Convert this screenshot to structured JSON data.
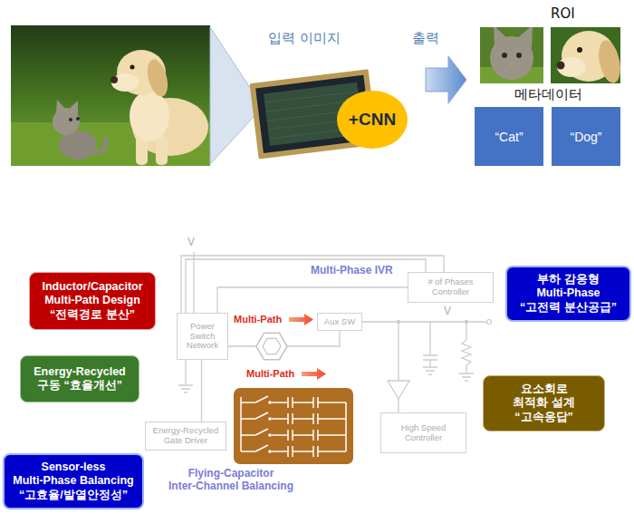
{
  "diagram": {
    "nodes": [
      {
        "text": [
          "+CNN"
        ]
      },
      {
        "text": [
          "“Cat”"
        ]
      },
      {
        "text": [
          "“Dog”"
        ]
      },
      {
        "text": [
          "Inductor/Capacitor Multi-Path Design",
          "“전력경로 분산”"
        ]
      },
      {
        "text": [
          "부하 감응형 Multi-Phase",
          "“고전력 분산공급”"
        ]
      },
      {
        "text": [
          "Power Switch Network"
        ]
      },
      {
        "text": [
          "Aux SW"
        ]
      },
      {
        "text": [
          "# of Phases Controller"
        ]
      },
      {
        "text": [
          "Energy-Recycled",
          "구동 “효율개선”"
        ]
      },
      {
        "text": [
          "요소회로 최적화 설계",
          "“고속응답”"
        ]
      },
      {
        "text": [
          "Energy-Recycled Gate Driver"
        ]
      },
      {
        "text": [
          "High Speed Controller"
        ]
      },
      {
        "text": [
          "Sensor-less Multi-Phase Balancing",
          "“고효율/발열안정성”"
        ]
      }
    ],
    "edges": [
      {
        "from": 10,
        "to": 5,
        "arrow": "none"
      },
      {
        "from": 7,
        "to": 5,
        "arrow": "none"
      }
    ],
    "labels": [
      "입력 이미지",
      "출력",
      "ROI",
      "메타데이터",
      "Multi-Phase IVR",
      "V",
      "Multi-Path",
      "Multi-Path",
      "V",
      "Flying-Capacitor Inter-Channel Balancing"
    ]
  }
}
